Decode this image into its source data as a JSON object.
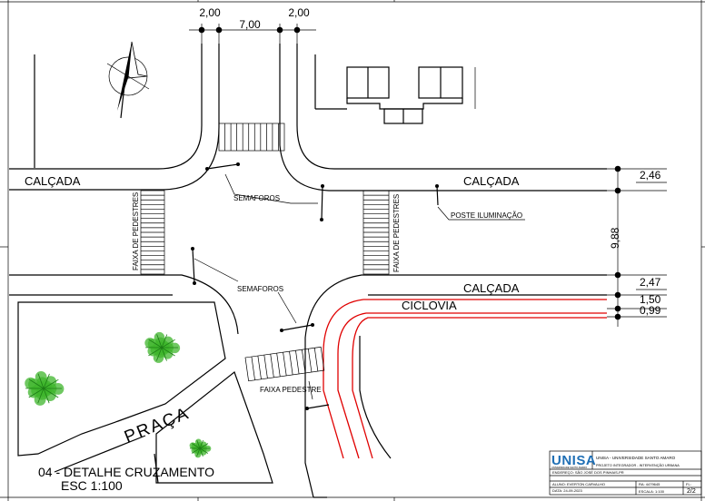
{
  "dimensions": {
    "top_left": "2,00",
    "top_center": "7,00",
    "top_right": "2,00",
    "right_sidewalk_top": "2,46",
    "right_road": "9,88",
    "right_sidewalk_bottom": "2,47",
    "right_bike_lane": "1,50",
    "right_buffer": "0,99"
  },
  "labels": {
    "calcada_left": "CALÇADA",
    "calcada_right_top": "CALÇADA",
    "calcada_right_bottom": "CALÇADA",
    "ciclovia": "CICLOVIA",
    "semaforos_top": "SEMAFOROS",
    "semaforos_bottom": "SEMAFOROS",
    "poste": "POSTE ILUMINAÇÃO",
    "faixa_left": "FAIXA DE PEDESTRES",
    "faixa_right": "FAIXA DE PEDESTRES",
    "faixa_bottom": "FAIXA PEDESTRE",
    "praca": "PRAÇA"
  },
  "caption": {
    "title": "04 - DETALHE CRUZAMENTO",
    "scale": "ESC 1:100"
  },
  "title_block": {
    "logo": "UNISA",
    "logo_sub": "UNIVERSIDADE SANTO AMARO",
    "institution": "UNISA - UNIVERSIDADE SANTO AMARO",
    "project": "PROJETO INTEGRADOR - INTERVENÇÃO URBANA",
    "address": "ENDEREÇO: SÃO JOSÉ DOS PINHAIS-PR",
    "student": "ALUNO: EVERTON CARVALHO",
    "ra": "RA: 4479645",
    "date": "DATA: 24-09-2023",
    "scale": "ESCALA: 1:100",
    "sheet_label": "FL:",
    "sheet": "2/2"
  },
  "colors": {
    "bike_lane": "#e00000",
    "vegetation": "#3fb52c",
    "logo": "#1f6fb5"
  }
}
